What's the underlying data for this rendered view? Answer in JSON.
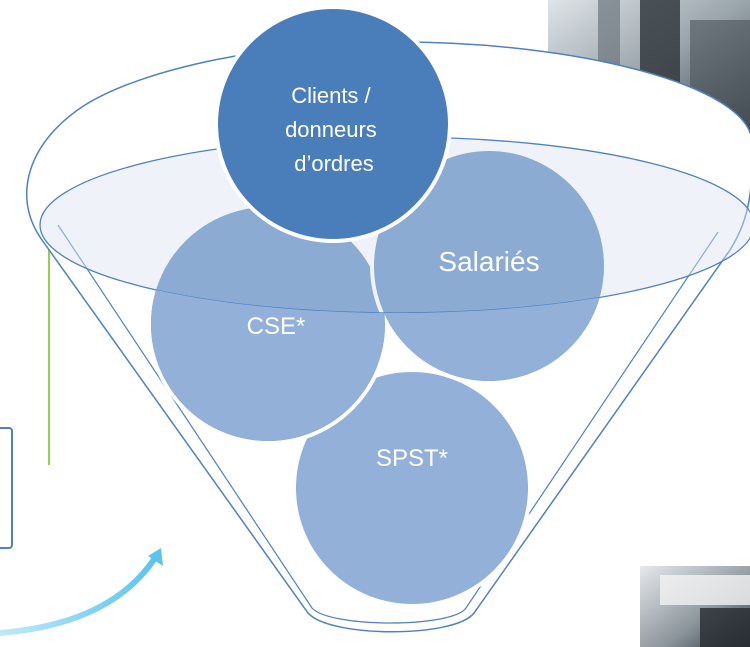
{
  "diagram": {
    "type": "funnel-venn",
    "circles": [
      {
        "id": "clients",
        "lines": [
          "Clients /",
          "donneurs",
          "d’ordres"
        ]
      },
      {
        "id": "salaries",
        "lines": [
          "Salariés"
        ]
      },
      {
        "id": "cse",
        "lines": [
          "CSE*"
        ]
      },
      {
        "id": "spst",
        "lines": [
          "SPST*"
        ]
      }
    ]
  },
  "colors": {
    "circle_dark": "#4a7ebb",
    "circle_light": "#93b1d8",
    "funnel_stroke": "#4f81bd",
    "rim_fill": "#dbe3ef",
    "accent_green": "#92d050",
    "accent_cyan": "#6fd0f0"
  },
  "decorations": {
    "top_right_photo": "photo-thumbnail",
    "bottom_right_photo": "photo-thumbnail"
  }
}
